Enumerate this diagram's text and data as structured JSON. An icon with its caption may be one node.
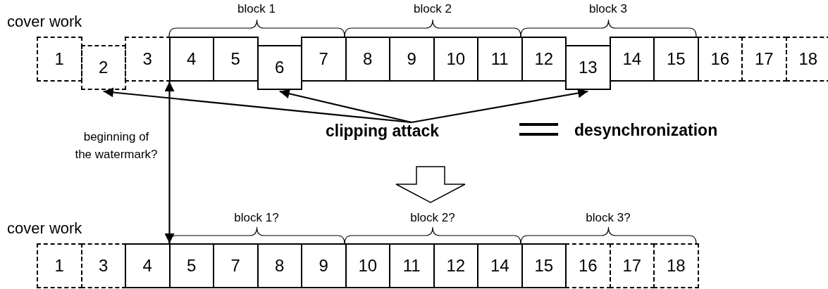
{
  "diagram": {
    "nodes": [
      {
        "text": [
          "1"
        ]
      },
      {
        "text": [
          "2"
        ]
      },
      {
        "text": [
          "3"
        ]
      },
      {
        "text": [
          "4"
        ]
      },
      {
        "text": [
          "5"
        ]
      },
      {
        "text": [
          "6"
        ]
      },
      {
        "text": [
          "7"
        ]
      },
      {
        "text": [
          "8"
        ]
      },
      {
        "text": [
          "9"
        ]
      },
      {
        "text": [
          "10"
        ]
      },
      {
        "text": [
          "11"
        ]
      },
      {
        "text": [
          "12"
        ]
      },
      {
        "text": [
          "13"
        ]
      },
      {
        "text": [
          "14"
        ]
      },
      {
        "text": [
          "15"
        ]
      },
      {
        "text": [
          "16"
        ]
      },
      {
        "text": [
          "17"
        ]
      },
      {
        "text": [
          "18"
        ]
      },
      {
        "text": [
          "1"
        ]
      },
      {
        "text": [
          "3"
        ]
      },
      {
        "text": [
          "4"
        ]
      },
      {
        "text": [
          "5"
        ]
      },
      {
        "text": [
          "7"
        ]
      },
      {
        "text": [
          "8"
        ]
      },
      {
        "text": [
          "9"
        ]
      },
      {
        "text": [
          "10"
        ]
      },
      {
        "text": [
          "11"
        ]
      },
      {
        "text": [
          "12"
        ]
      },
      {
        "text": [
          "14"
        ]
      },
      {
        "text": [
          "15"
        ]
      },
      {
        "text": [
          "16"
        ]
      },
      {
        "text": [
          "17"
        ]
      },
      {
        "text": [
          "18"
        ]
      },
      {
        "text": [
          "clipping attack"
        ]
      }
    ],
    "edges": [
      {
        "from": 33,
        "to": 1,
        "arrow": "to"
      },
      {
        "from": 33,
        "to": 5,
        "arrow": "to"
      },
      {
        "from": 33,
        "to": 12,
        "arrow": "to"
      },
      {
        "from": 3,
        "to": 21,
        "arrow": "both"
      }
    ],
    "labels": [
      "cover work",
      "block 1",
      "block 2",
      "block 3",
      "beginning of the watermark?",
      "desynchronization",
      "cover work",
      "block 1?",
      "block 2?",
      "block 3?"
    ]
  }
}
